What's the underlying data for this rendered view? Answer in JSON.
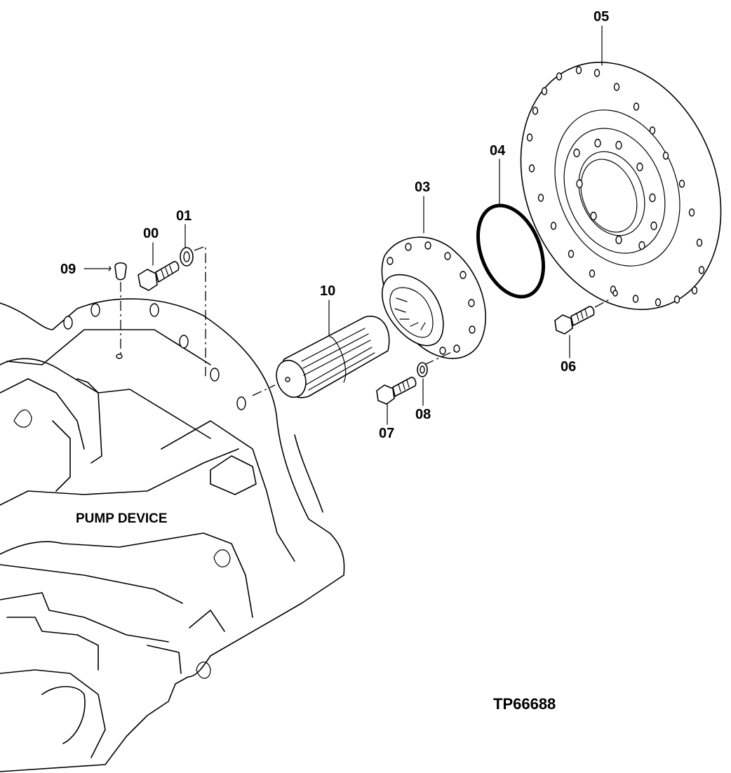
{
  "diagram": {
    "callouts": [
      {
        "id": "p00",
        "text": "00"
      },
      {
        "id": "p01",
        "text": "01"
      },
      {
        "id": "p03",
        "text": "03"
      },
      {
        "id": "p04",
        "text": "04"
      },
      {
        "id": "p05",
        "text": "05"
      },
      {
        "id": "p06",
        "text": "06"
      },
      {
        "id": "p07",
        "text": "07"
      },
      {
        "id": "p08",
        "text": "08"
      },
      {
        "id": "p09",
        "text": "09"
      },
      {
        "id": "p10",
        "text": "10"
      }
    ],
    "housing_label": "PUMP DEVICE",
    "reference_code": "TP66688"
  }
}
